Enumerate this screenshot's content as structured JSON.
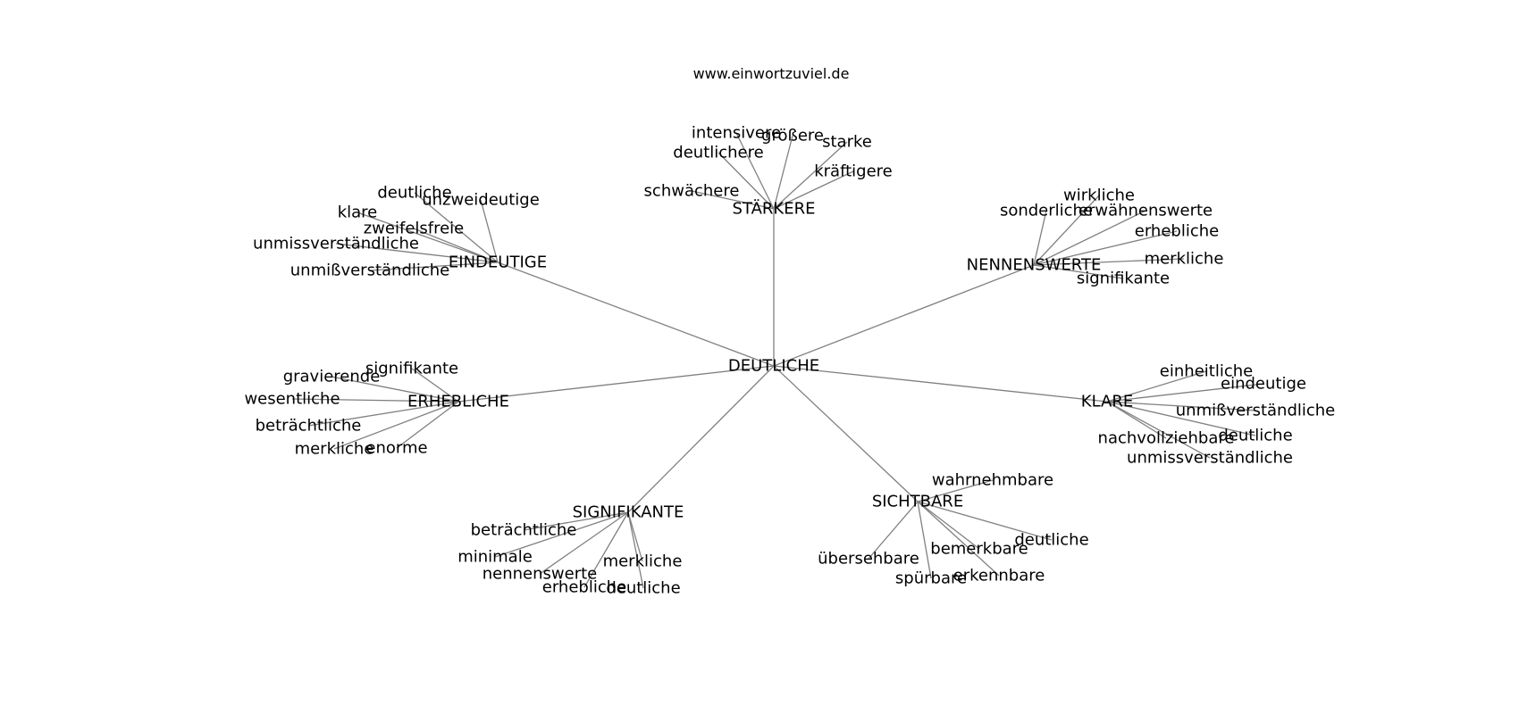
{
  "site": "www.einwortzuviel.de",
  "graph": {
    "center": "DEUTLICHE",
    "groups": [
      {
        "label": "STÄRKERE",
        "words": [
          "intensivere",
          "größere",
          "starke",
          "deutlichere",
          "kräftigere",
          "schwächere"
        ]
      },
      {
        "label": "EINDEUTIGE",
        "words": [
          "deutliche",
          "unzweideutige",
          "klare",
          "zweifelsfreie",
          "unmissverständliche",
          "unmißverständliche"
        ]
      },
      {
        "label": "NENNENSWERTE",
        "words": [
          "wirkliche",
          "sonderliche",
          "erwähnenswerte",
          "erhebliche",
          "merkliche",
          "signifikante"
        ]
      },
      {
        "label": "ERHEBLICHE",
        "words": [
          "signifikante",
          "gravierende",
          "wesentliche",
          "beträchtliche",
          "merkliche",
          "enorme"
        ]
      },
      {
        "label": "KLARE",
        "words": [
          "einheitliche",
          "eindeutige",
          "unmißverständliche",
          "nachvollziehbare",
          "deutliche",
          "unmissverständliche"
        ]
      },
      {
        "label": "SIGNIFIKANTE",
        "words": [
          "beträchtliche",
          "minimale",
          "merkliche",
          "nennenswerte",
          "erhebliche",
          "deutliche"
        ]
      },
      {
        "label": "SICHTBARE",
        "words": [
          "wahrnehmbare",
          "deutliche",
          "übersehbare",
          "bemerkbare",
          "spürbare",
          "erkennbare"
        ]
      }
    ]
  }
}
